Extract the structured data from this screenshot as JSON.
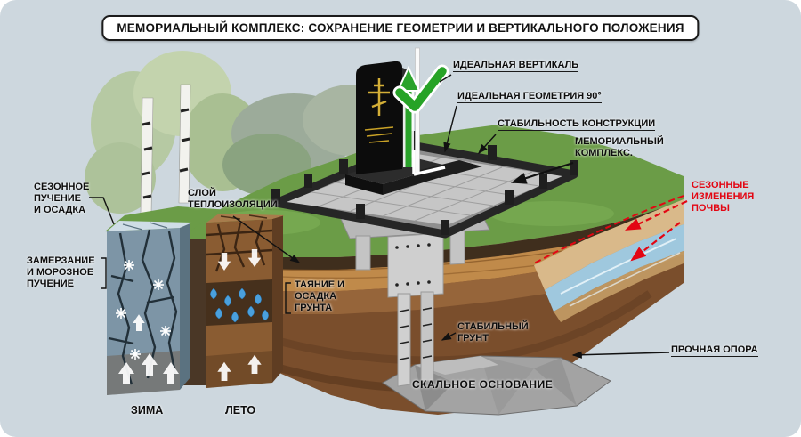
{
  "title": "МЕМОРИАЛЬНЫЙ КОМПЛЕКС: СОХРАНЕНИЕ ГЕОМЕТРИИ И ВЕРТИКАЛЬНОГО ПОЛОЖЕНИЯ",
  "callouts": {
    "ideal_vertical": "ИДЕАЛЬНАЯ ВЕРТИКАЛЬ",
    "ideal_geometry": "ИДЕАЛЬНАЯ ГЕОМЕТРИЯ 90°",
    "structure_stability": "СТАБИЛЬНОСТЬ КОНСТРУКЦИИ",
    "memorial_complex": "МЕМОРИАЛЬНЫЙ\nКОМПЛЕКС.",
    "seasonal_soil_changes": "СЕЗОННЫЕ\nИЗМЕНЕНИЯ\nПОЧВЫ",
    "seasonal_heave": "СЕЗОННОЕ\nПУЧЕНИЕ\nИ ОСАДКА",
    "insulation_layer": "СЛОЙ\nТЕПЛОИЗОЛЯЦИИ",
    "freezing_heave": "ЗАМЕРЗАНИЕ\nИ МОРОЗНОЕ\nПУЧЕНИЕ",
    "thaw_settlement": "ТАЯНИЕ И\nОСАДКА\nГРУНТА",
    "stable_soil": "СТАБИЛЬНЫЙ\nГРУНТ",
    "solid_support": "ПРОЧНАЯ ОПОРА",
    "bedrock": "СКАЛЬНОЕ ОСНОВАНИЕ"
  },
  "columns": {
    "winter_label": "ЗИМА",
    "summer_label": "ЛЕТО"
  },
  "icons": {
    "checkmark": "✓",
    "up_arrow": "↑",
    "down_arrow": "↓",
    "snowflake": "❄",
    "water_drop": "💧",
    "red_dashed_arrow": "⇠"
  },
  "colors": {
    "background": "#cdd7de",
    "accent_green": "#2aa22a",
    "warning_red": "#e30613",
    "grass": "#6b9c47",
    "insulation_orange": "#c08a4a",
    "soil_brown": "#7a4e2c",
    "rock_gray": "#a3a3a3",
    "monument_black": "#0c0c0c",
    "winter_ice": "#7d95a6",
    "water_blue": "#9fc8de"
  }
}
